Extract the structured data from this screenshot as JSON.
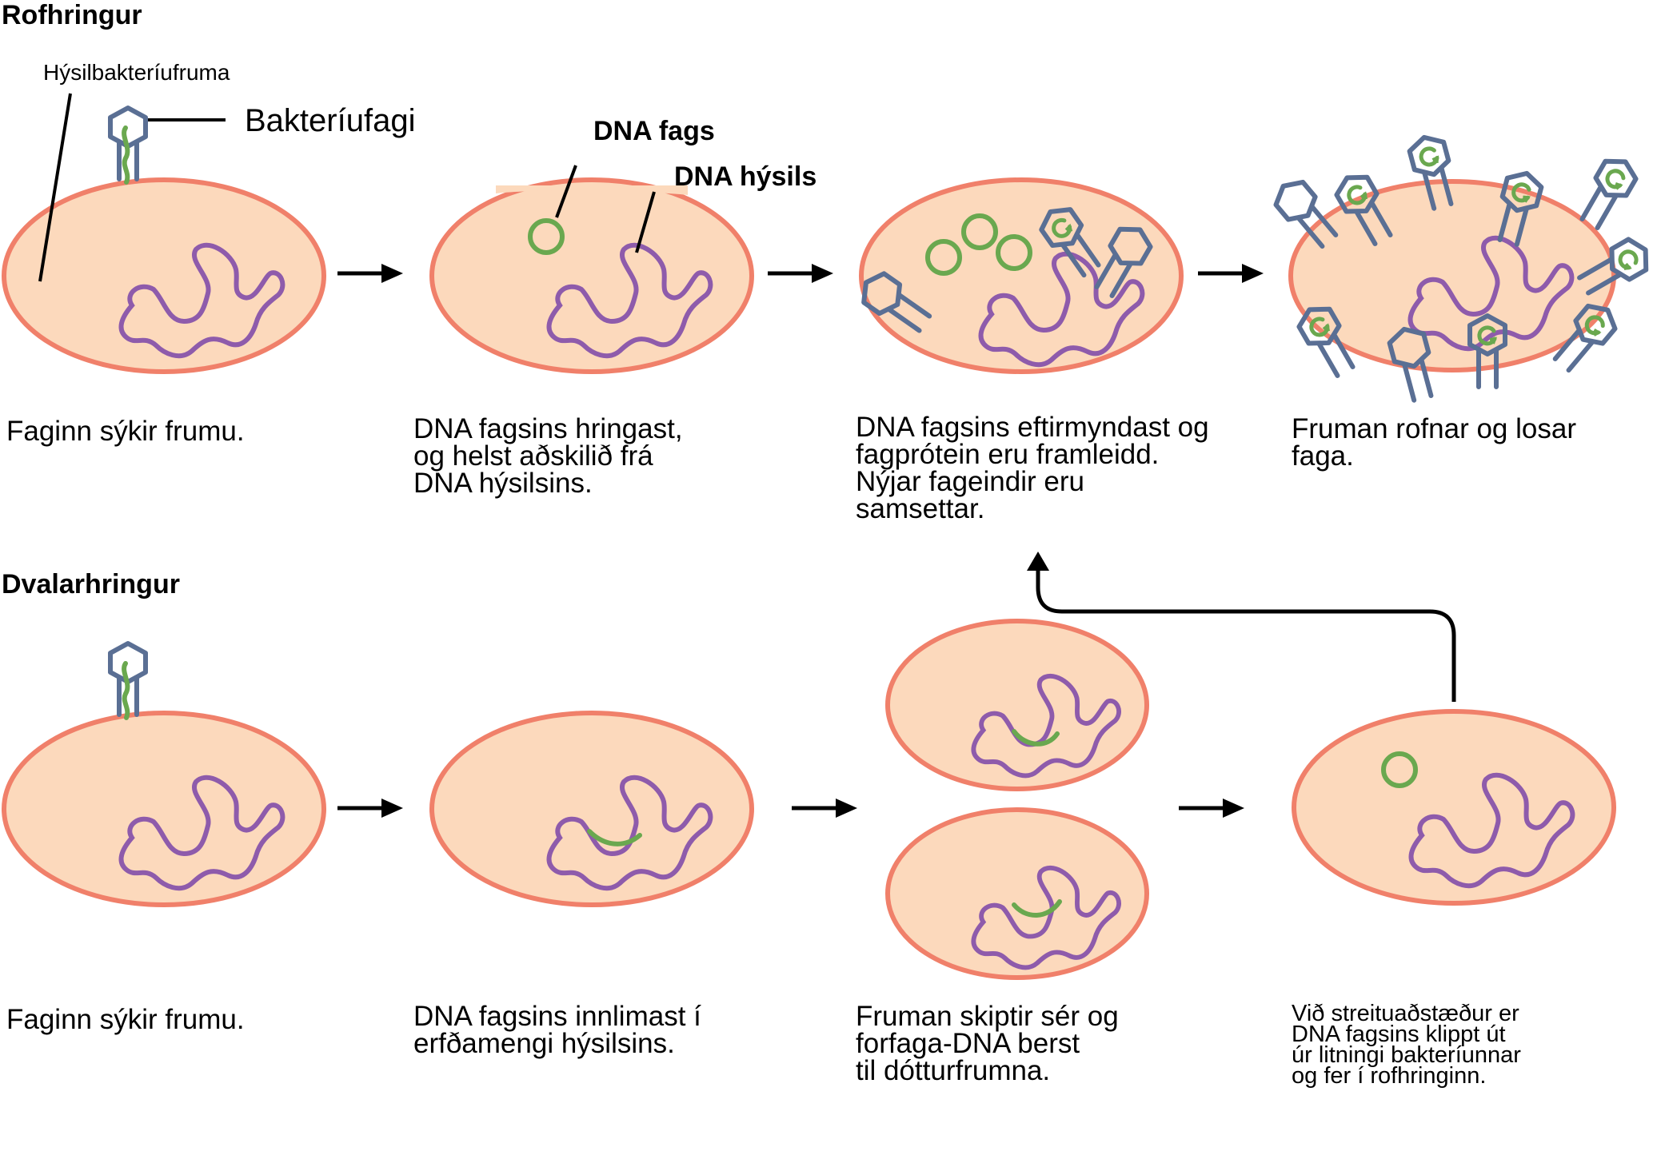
{
  "colors": {
    "cell_fill": "#fcd9bc",
    "cell_stroke": "#f0806a",
    "host_dna": "#8e5bab",
    "phage_dna": "#6aa84f",
    "phage_coat": "#5a6f94",
    "arrow": "#000000"
  },
  "lytic": {
    "heading": "Rofhringur",
    "host_cell_label": "Hýsilbakteríufruma",
    "phage_label": "Bakteríufagi",
    "phage_dna_label": "DNA fags",
    "host_dna_label": "DNA hýsils",
    "captions": [
      [
        "Faginn sýkir frumu."
      ],
      [
        "DNA fagsins hringast,",
        "og helst aðskilið frá",
        "DNA hýsilsins."
      ],
      [
        "DNA fagsins eftirmyndast og",
        "fagprótein eru framleidd.",
        "Nýjar fageindir eru",
        "samsettar."
      ],
      [
        "Fruman rofnar og losar",
        "faga."
      ]
    ]
  },
  "lysogenic": {
    "heading": "Dvalarhringur",
    "captions": [
      [
        "Faginn sýkir frumu."
      ],
      [
        "DNA fagsins innlimast í",
        "erfðamengi hýsilsins."
      ],
      [
        "Fruman skiptir sér og",
        "forfaga-DNA berst",
        "til dótturfrumna."
      ],
      [
        "Við streituaðstæður er",
        "DNA fagsins klippt út",
        "úr litningi bakteríunnar",
        "og fer í rofhringinn."
      ]
    ]
  },
  "icons": {
    "phage": "bacteriophage-icon",
    "arrow": "right-arrow-icon",
    "return_arrow": "return-arrow-icon"
  }
}
